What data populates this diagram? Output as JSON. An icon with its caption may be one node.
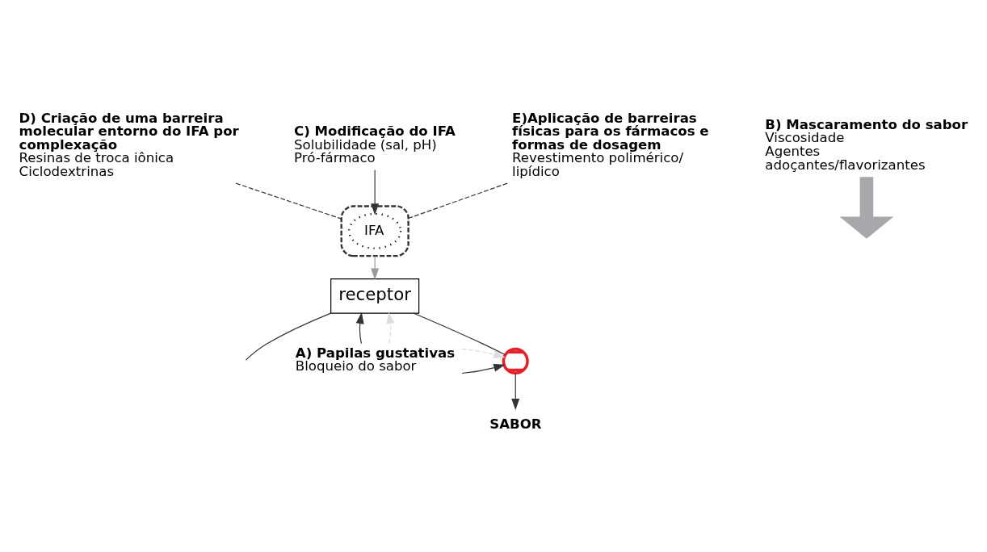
{
  "diagram": {
    "nodes": [
      {
        "text": [
          "D) Criação de uma barreira molecular entorno do IFA por complexação",
          "Resinas de troca iônica",
          "Ciclodextrinas"
        ]
      },
      {
        "text": [
          "C) Modificação do IFA",
          "Solubilidade (sal, pH)",
          "Pró-fármaco"
        ]
      },
      {
        "text": [],
        "shape": "box"
      },
      {
        "text": [
          "IFA"
        ],
        "in": 2
      },
      {
        "text": [
          "B) Mascaramento do sabor",
          "Viscosidade",
          "Agentes adoçantes/flavorizantes"
        ]
      },
      {
        "text": [
          "E)Aplicação de barreiras físicas para os fármacos e formas de dosagem",
          "Revestimento polimérico/ lipídico"
        ]
      },
      {
        "text": [
          "receptor"
        ]
      },
      {
        "text": [],
        "shape": "cross"
      },
      {
        "text": [
          "SABOR"
        ]
      },
      {
        "text": [
          "A) Papilas gustativas",
          "Bloqueio do sabor"
        ]
      }
    ],
    "edges": [
      {
        "from": 0,
        "to": 2,
        "arrow": "none",
        "style": "dashed"
      },
      {
        "from": 1,
        "to": 3,
        "arrow": "to"
      },
      {
        "from": 5,
        "to": 2,
        "arrow": "none",
        "style": "dashed"
      },
      {
        "from": 2,
        "to": 6,
        "arrow": "to",
        "color": "#999999"
      },
      {
        "from": 4,
        "to": null,
        "arrow": "to",
        "style": "thick",
        "color": "#a6a8ab"
      },
      {
        "from": 6,
        "to": 7,
        "arrow": "none"
      },
      {
        "from": 7,
        "to": 8,
        "arrow": "to"
      },
      {
        "from": 6,
        "to": null,
        "arrow": "none"
      },
      {
        "from": 9,
        "to": 6,
        "arrow": "to"
      },
      {
        "from": 9,
        "to": 7,
        "arrow": "to"
      },
      {
        "from": 9,
        "to": 6,
        "arrow": "to",
        "style": "dashed",
        "color": "#dddddd"
      },
      {
        "from": 9,
        "to": 7,
        "arrow": "to",
        "style": "dashed",
        "color": "#dddddd"
      }
    ]
  }
}
